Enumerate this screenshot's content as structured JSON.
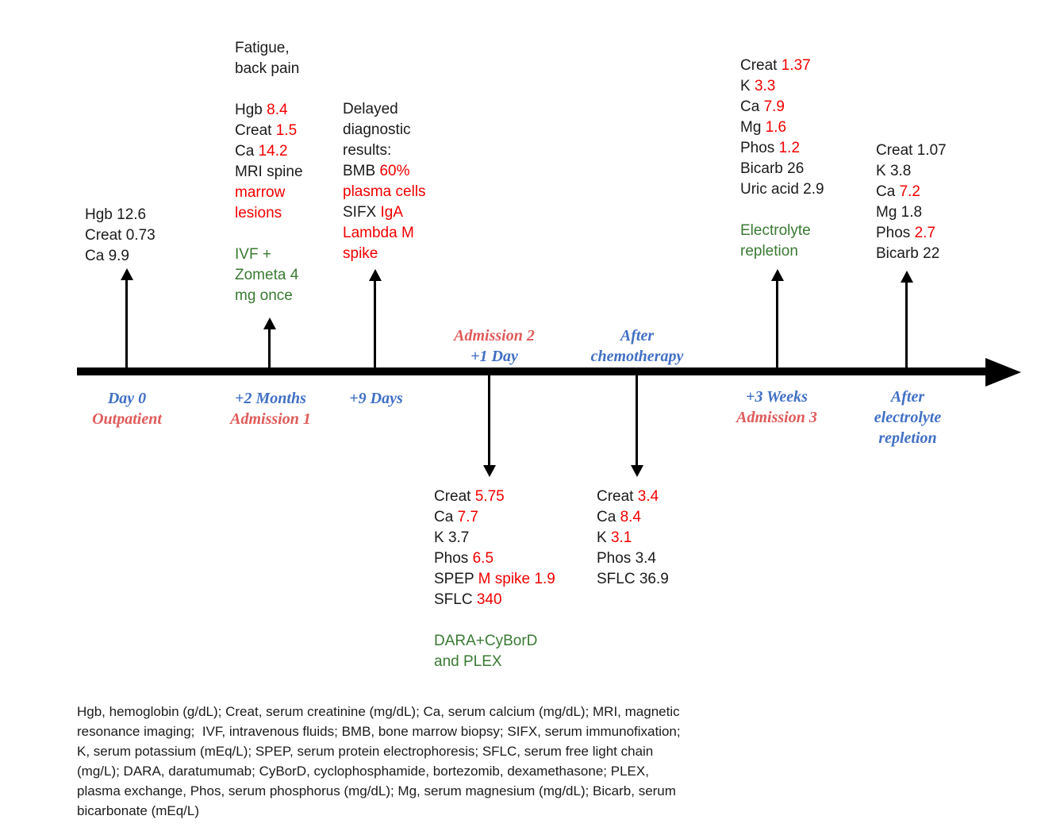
{
  "colors": {
    "black": "#1b1b1b",
    "red": "#f20000",
    "green": "#3a7a33",
    "blue": "#4170c4",
    "salmon": "#e05a5a"
  },
  "blocks": {
    "day0": {
      "lines": [
        [
          {
            "t": "Hgb 12.6",
            "c": "black"
          }
        ],
        [
          {
            "t": "Creat 0.73",
            "c": "black"
          }
        ],
        [
          {
            "t": "Ca 9.9",
            "c": "black"
          }
        ]
      ]
    },
    "admission1": {
      "lines": [
        [
          {
            "t": "Fatigue,",
            "c": "black"
          }
        ],
        [
          {
            "t": "back pain",
            "c": "black"
          }
        ],
        [],
        [
          {
            "t": "Hgb ",
            "c": "black"
          },
          {
            "t": "8.4",
            "c": "red"
          }
        ],
        [
          {
            "t": "Creat ",
            "c": "black"
          },
          {
            "t": "1.5",
            "c": "red"
          }
        ],
        [
          {
            "t": "Ca ",
            "c": "black"
          },
          {
            "t": "14.2",
            "c": "red"
          }
        ],
        [
          {
            "t": "MRI spine",
            "c": "black"
          }
        ],
        [
          {
            "t": "marrow",
            "c": "red"
          }
        ],
        [
          {
            "t": "lesions",
            "c": "red"
          }
        ],
        [],
        [
          {
            "t": "IVF +",
            "c": "green"
          }
        ],
        [
          {
            "t": "Zometa 4",
            "c": "green"
          }
        ],
        [
          {
            "t": "mg once",
            "c": "green"
          }
        ]
      ]
    },
    "plus9days": {
      "lines": [
        [
          {
            "t": "Delayed",
            "c": "black"
          }
        ],
        [
          {
            "t": "diagnostic",
            "c": "black"
          }
        ],
        [
          {
            "t": "results:",
            "c": "black"
          }
        ],
        [
          {
            "t": "BMB ",
            "c": "black"
          },
          {
            "t": "60%",
            "c": "red"
          }
        ],
        [
          {
            "t": "plasma cells",
            "c": "red"
          }
        ],
        [
          {
            "t": "SIFX ",
            "c": "black"
          },
          {
            "t": "IgA",
            "c": "red"
          }
        ],
        [
          {
            "t": "Lambda M",
            "c": "red"
          }
        ],
        [
          {
            "t": "spike",
            "c": "red"
          }
        ]
      ]
    },
    "admission2": {
      "lines": [
        [
          {
            "t": "Creat ",
            "c": "black"
          },
          {
            "t": "5.75",
            "c": "red"
          }
        ],
        [
          {
            "t": "Ca ",
            "c": "black"
          },
          {
            "t": "7.7",
            "c": "red"
          }
        ],
        [
          {
            "t": "K 3.7",
            "c": "black"
          }
        ],
        [
          {
            "t": "Phos ",
            "c": "black"
          },
          {
            "t": "6.5",
            "c": "red"
          }
        ],
        [
          {
            "t": "SPEP ",
            "c": "black"
          },
          {
            "t": "M spike 1.9",
            "c": "red"
          }
        ],
        [
          {
            "t": "SFLC ",
            "c": "black"
          },
          {
            "t": "340",
            "c": "red"
          }
        ],
        [],
        [
          {
            "t": "DARA+CyBorD",
            "c": "green"
          }
        ],
        [
          {
            "t": "and PLEX",
            "c": "green"
          }
        ]
      ]
    },
    "after_chemo": {
      "lines": [
        [
          {
            "t": "Creat ",
            "c": "black"
          },
          {
            "t": "3.4",
            "c": "red"
          }
        ],
        [
          {
            "t": "Ca ",
            "c": "black"
          },
          {
            "t": "8.4",
            "c": "red"
          }
        ],
        [
          {
            "t": "K ",
            "c": "black"
          },
          {
            "t": "3.1",
            "c": "red"
          }
        ],
        [
          {
            "t": "Phos 3.4",
            "c": "black"
          }
        ],
        [
          {
            "t": "SFLC 36.9",
            "c": "black"
          }
        ]
      ]
    },
    "admission3": {
      "lines": [
        [
          {
            "t": "Creat ",
            "c": "black"
          },
          {
            "t": "1.37",
            "c": "red"
          }
        ],
        [
          {
            "t": "K ",
            "c": "black"
          },
          {
            "t": "3.3",
            "c": "red"
          }
        ],
        [
          {
            "t": "Ca ",
            "c": "black"
          },
          {
            "t": "7.9",
            "c": "red"
          }
        ],
        [
          {
            "t": "Mg ",
            "c": "black"
          },
          {
            "t": "1.6",
            "c": "red"
          }
        ],
        [
          {
            "t": "Phos ",
            "c": "black"
          },
          {
            "t": "1.2",
            "c": "red"
          }
        ],
        [
          {
            "t": "Bicarb 26",
            "c": "black"
          }
        ],
        [
          {
            "t": "Uric acid 2.9",
            "c": "black"
          }
        ],
        [],
        [
          {
            "t": "Electrolyte",
            "c": "green"
          }
        ],
        [
          {
            "t": "repletion",
            "c": "green"
          }
        ]
      ]
    },
    "after_repletion": {
      "lines": [
        [
          {
            "t": "Creat 1.07",
            "c": "black"
          }
        ],
        [
          {
            "t": "K 3.8",
            "c": "black"
          }
        ],
        [
          {
            "t": "Ca ",
            "c": "black"
          },
          {
            "t": "7.2",
            "c": "red"
          }
        ],
        [
          {
            "t": "Mg 1.8",
            "c": "black"
          }
        ],
        [
          {
            "t": "Phos ",
            "c": "black"
          },
          {
            "t": "2.7",
            "c": "red"
          }
        ],
        [
          {
            "t": "Bicarb 22",
            "c": "black"
          }
        ]
      ]
    }
  },
  "labels": {
    "day0": [
      [
        {
          "t": "Day 0",
          "c": "blue"
        }
      ],
      [
        {
          "t": "Outpatient",
          "c": "salmon"
        }
      ]
    ],
    "admission1": [
      [
        {
          "t": "+2 Months",
          "c": "blue"
        }
      ],
      [
        {
          "t": "Admission 1",
          "c": "salmon"
        }
      ]
    ],
    "plus9days": [
      [
        {
          "t": "+9 Days",
          "c": "blue"
        }
      ]
    ],
    "admission2": [
      [
        {
          "t": "Admission 2",
          "c": "salmon"
        }
      ],
      [
        {
          "t": "+1 Day",
          "c": "blue"
        }
      ]
    ],
    "after_chemo": [
      [
        {
          "t": "After",
          "c": "blue"
        }
      ],
      [
        {
          "t": "chemotherapy",
          "c": "blue"
        }
      ]
    ],
    "admission3": [
      [
        {
          "t": "+3 Weeks",
          "c": "blue"
        }
      ],
      [
        {
          "t": "Admission 3",
          "c": "salmon"
        }
      ]
    ],
    "after_repletion": [
      [
        {
          "t": "After",
          "c": "blue"
        }
      ],
      [
        {
          "t": "electrolyte",
          "c": "blue"
        }
      ],
      [
        {
          "t": "repletion",
          "c": "blue"
        }
      ]
    ]
  },
  "legend": {
    "lines": [
      [
        {
          "t": "Hgb, hemoglobin (g/dL); Creat, serum creatinine (mg/dL); Ca, serum calcium (mg/dL); MRI, magnetic",
          "c": "black"
        }
      ],
      [
        {
          "t": "resonance imaging;  IVF, intravenous fluids; BMB, bone marrow biopsy; SIFX, serum immunofixation;",
          "c": "black"
        }
      ],
      [
        {
          "t": "K, serum potassium (mEq/L); SPEP, serum protein electrophoresis; SFLC, serum free light chain",
          "c": "black"
        }
      ],
      [
        {
          "t": "(mg/L); DARA, daratumumab; CyBorD, cyclophosphamide, bortezomib, dexamethasone; PLEX,",
          "c": "black"
        }
      ],
      [
        {
          "t": "plasma exchange, Phos, serum phosphorus (mg/dL); Mg, serum magnesium (mg/dL); Bicarb, serum",
          "c": "black"
        }
      ],
      [
        {
          "t": "bicarbonate (mEq/L)",
          "c": "black"
        }
      ]
    ]
  }
}
